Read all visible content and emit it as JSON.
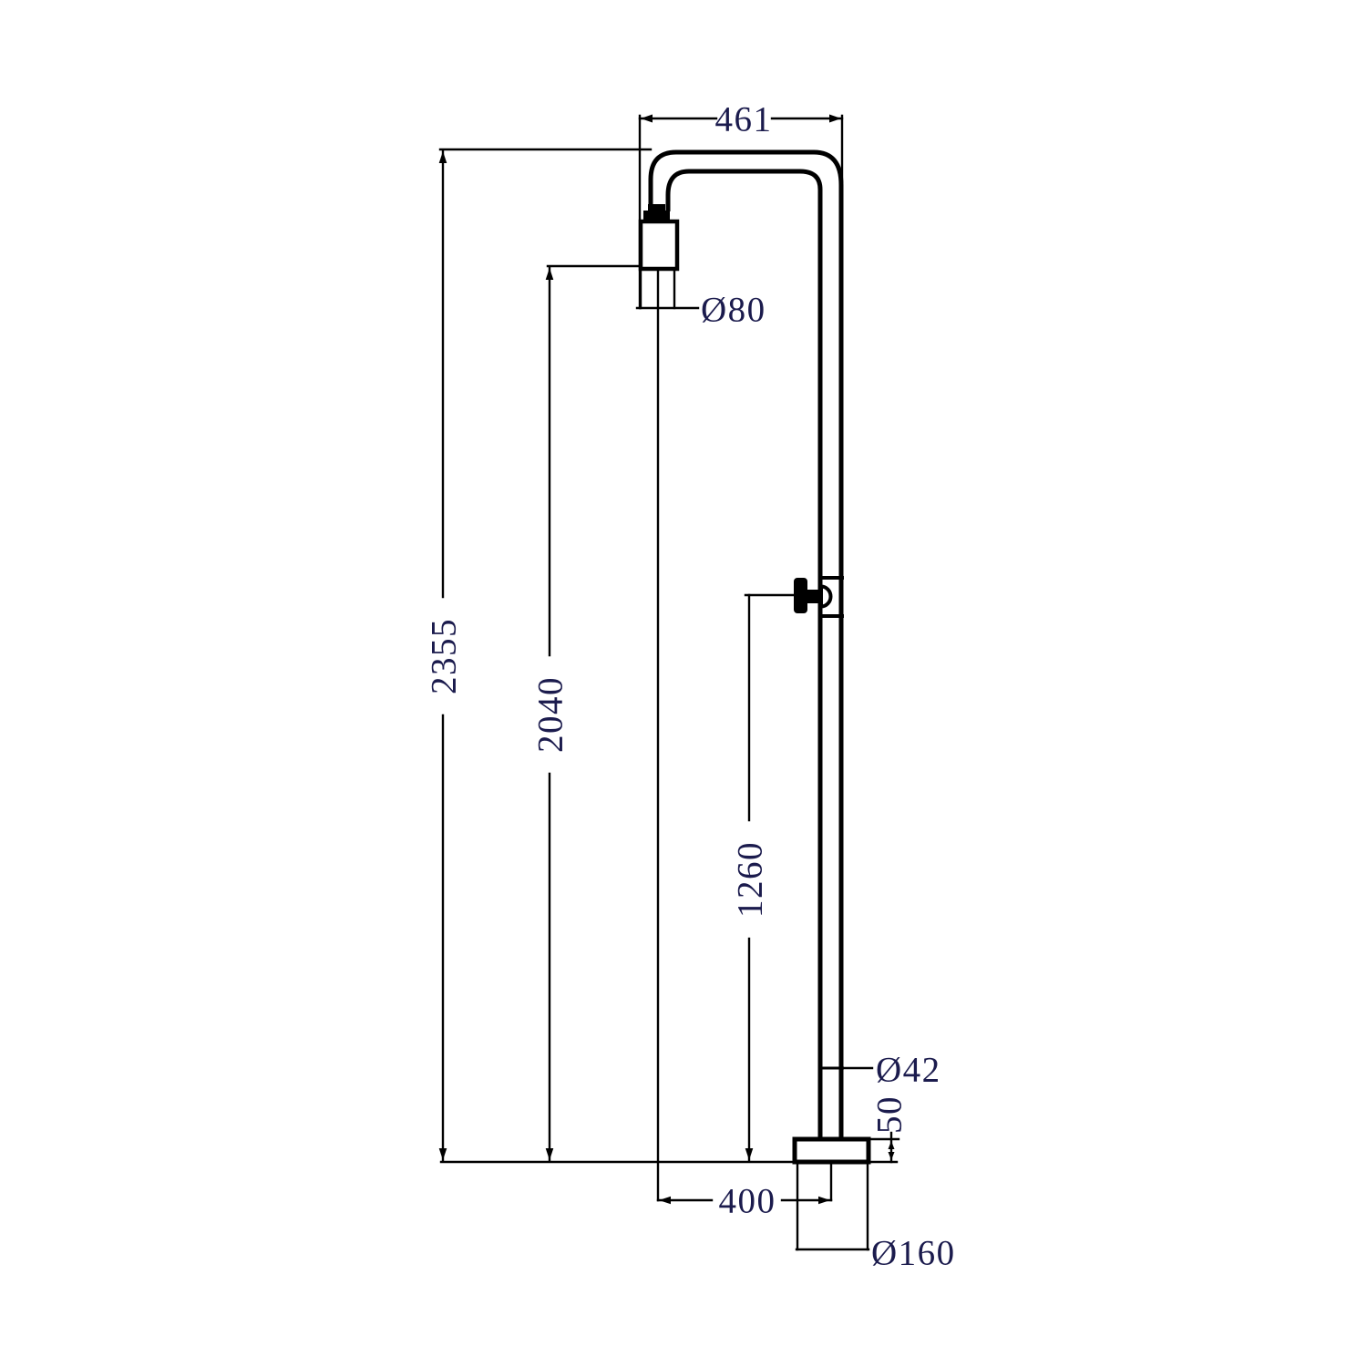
{
  "drawing": {
    "description": "Technical dimension drawing of a freestanding shower column with gooseneck top outlet, overhead shower head, diverter handle and round floor base plate",
    "background": "#ffffff",
    "line_color": "#000000",
    "text_color": "#1b1b4d",
    "labels": {
      "top_width": "461",
      "head_diameter": "Ø80",
      "total_height": "2355",
      "outlet_height": "2040",
      "handle_height": "1260",
      "column_diameter": "Ø42",
      "base_height": "50",
      "head_offset": "400",
      "base_diameter": "Ø160"
    }
  }
}
